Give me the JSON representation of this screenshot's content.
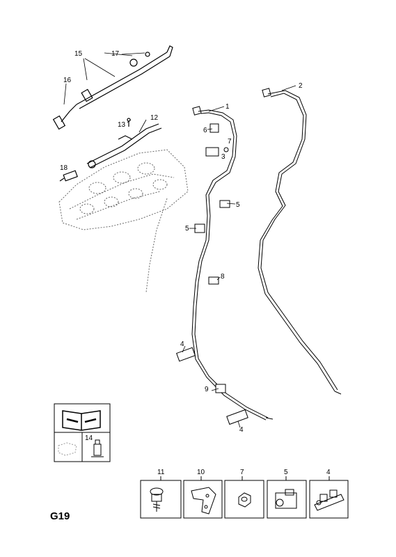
{
  "page_code": "G19",
  "callouts": {
    "c15": "15",
    "c17": "17",
    "c16": "16",
    "c12": "12",
    "c13": "13",
    "c18": "18",
    "c1": "1",
    "c2": "2",
    "c6": "6",
    "c7": "7",
    "c3": "3",
    "c5a": "5",
    "c5b": "5",
    "c8": "8",
    "c4a": "4",
    "c9": "9",
    "c4b": "4",
    "c14": "14"
  },
  "parts_strip": {
    "labels": [
      "11",
      "10",
      "7",
      "5",
      "4"
    ]
  },
  "icons": {
    "manual": "manual-tools-icon",
    "component": "sensor-icon",
    "dashed": "dashed-part-icon"
  }
}
